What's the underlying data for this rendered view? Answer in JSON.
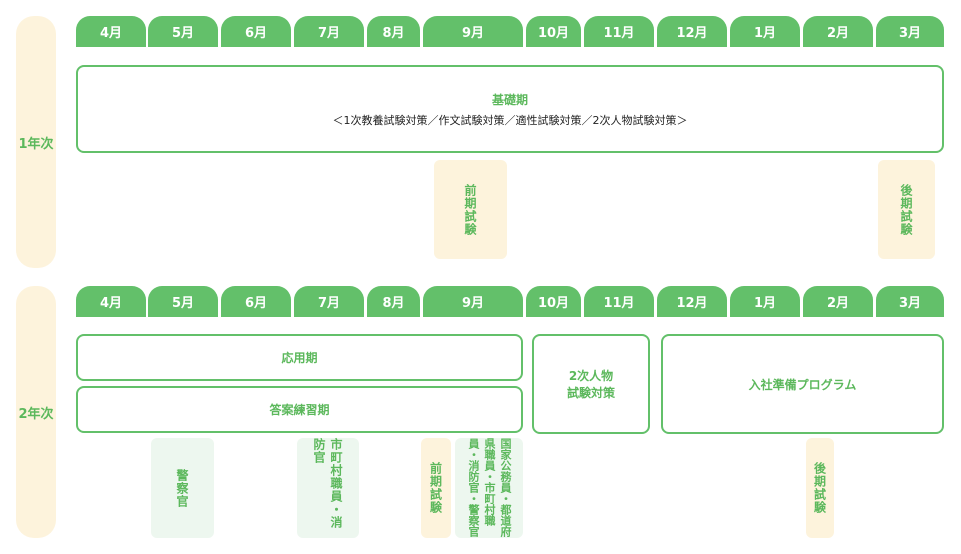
{
  "year1": {
    "label": "1年次",
    "months": [
      "4月",
      "5月",
      "6月",
      "7月",
      "8月",
      "9月",
      "10月",
      "11月",
      "12月",
      "1月",
      "2月",
      "3月"
    ],
    "basic_title": "基礎期",
    "basic_sub": "＜1次教養試験対策／作文試験対策／適性試験対策／2次人物試験対策＞",
    "midterm": "前期試験",
    "final": "後期試験"
  },
  "year2": {
    "label": "2年次",
    "months": [
      "4月",
      "5月",
      "6月",
      "7月",
      "8月",
      "9月",
      "10月",
      "11月",
      "12月",
      "1月",
      "2月",
      "3月"
    ],
    "applied": "応用期",
    "practice": "答案練習期",
    "second_stage_line1": "2次人物",
    "second_stage_line2": "試験対策",
    "program": "入社準備プログラム",
    "police": "警察官",
    "city_staff": "市町村職員・消防官",
    "midterm": "前期試験",
    "national_staff": "国家公務員・都道府県職員・市町村職員・消防官・警察官",
    "final": "後期試験"
  },
  "colors": {
    "green": "#63c06a",
    "beige": "#fdf3dc",
    "mint": "#edf7ef"
  }
}
